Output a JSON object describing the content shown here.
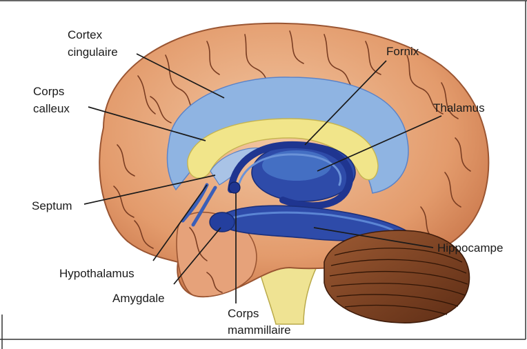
{
  "labels": {
    "cortex_cingulaire": [
      "Cortex",
      "cingulaire"
    ],
    "corps_calleux": [
      "Corps",
      "calleux"
    ],
    "fornix": "Fornix",
    "thalamus": "Thalamus",
    "septum": "Septum",
    "hippocampe": "Hippocampe",
    "hypothalamus": "Hypothalamus",
    "amygdale": "Amygdale",
    "corps_mammillaire": [
      "Corps",
      "mammillaire"
    ]
  },
  "colors": {
    "cortex": "#e8a47a",
    "cortex_dark": "#b9683f",
    "gyri_lines": "#7a3d22",
    "limbic_light_blue": "#8fb4e2",
    "limbic_mid_blue": "#4f7fcf",
    "limbic_dark_blue": "#243f9e",
    "corpus_callosum_yellow": "#f1e58a",
    "cerebellum": "#8a4c2a",
    "brainstem_yellow": "#efe393"
  }
}
